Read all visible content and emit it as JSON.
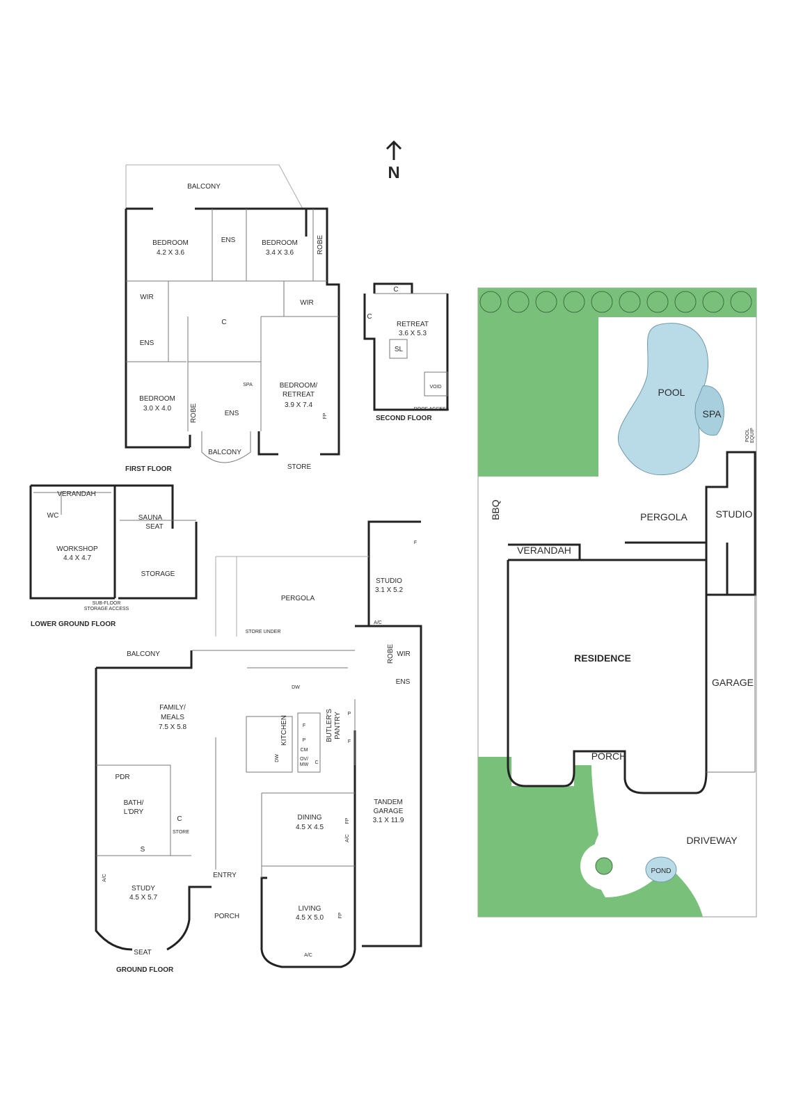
{
  "compass": {
    "label": "N"
  },
  "first_floor": {
    "title": "FIRST FLOOR",
    "rooms": {
      "balcony_top": "BALCONY",
      "bedroom1": "BEDROOM",
      "bedroom1_dim": "4.2 X 3.6",
      "ens1": "ENS",
      "bedroom2": "BEDROOM",
      "bedroom2_dim": "3.4 X 3.6",
      "robe1": "ROBE",
      "wir1": "WIR",
      "wir2": "WIR",
      "ens2": "ENS",
      "c": "C",
      "bedroom3": "BEDROOM",
      "bedroom3_dim": "3.0 X 4.0",
      "robe2": "ROBE",
      "spa": "SPA",
      "ens3": "ENS",
      "bedroom4": "BEDROOM/",
      "bedroom4b": "RETREAT",
      "bedroom4_dim": "3.9 X 7.4",
      "fp": "FP",
      "balcony_bottom": "BALCONY",
      "store": "STORE"
    }
  },
  "second_floor": {
    "title": "SECOND FLOOR",
    "rooms": {
      "c1": "C",
      "c2": "C",
      "retreat": "RETREAT",
      "retreat_dim": "3.6 X 5.3",
      "sl": "SL",
      "void": "VOID",
      "roof_access": "ROOF ACCESS"
    }
  },
  "lower_ground_floor": {
    "title": "LOWER GROUND FLOOR",
    "rooms": {
      "verandah": "VERANDAH",
      "wc": "WC",
      "workshop": "WORKSHOP",
      "workshop_dim": "4.4 X 4.7",
      "sauna": "SAUNA",
      "seat": "SEAT",
      "storage": "STORAGE",
      "subfloor1": "SUB-FLOOR",
      "subfloor2": "STORAGE ACCESS"
    }
  },
  "ground_floor": {
    "title": "GROUND FLOOR",
    "rooms": {
      "pergola": "PERGOLA",
      "studio": "STUDIO",
      "studio_dim": "3.1 X 5.2",
      "f": "F",
      "ac1": "A/C",
      "store_under": "STORE UNDER",
      "balcony": "BALCONY",
      "robe": "ROBE",
      "wir": "WIR",
      "ens": "ENS",
      "family": "FAMILY/",
      "meals": "MEALS",
      "family_dim": "7.5 X 5.8",
      "dw1": "DW",
      "kitchen": "KITCHEN",
      "dw2": "DW",
      "f1": "F",
      "p1": "P",
      "cm": "CM",
      "ovmw1": "OV/",
      "ovmw2": "MW",
      "c1": "C",
      "butlers1": "BUTLER'S",
      "butlers2": "PANTRY",
      "p2": "P",
      "f2": "F",
      "pdr": "PDR",
      "bath1": "BATH/",
      "bath2": "L'DRY",
      "c2": "C",
      "store": "STORE",
      "s": "S",
      "dining": "DINING",
      "dining_dim": "4.5 X 4.5",
      "fp1": "FP",
      "ac2": "A/C",
      "tandem1": "TANDEM",
      "tandem2": "GARAGE",
      "tandem_dim": "3.1 X 11.9",
      "study": "STUDY",
      "study_dim": "4.5 X 5.7",
      "ac3": "A/C",
      "seat": "SEAT",
      "entry": "ENTRY",
      "porch": "PORCH",
      "living": "LIVING",
      "living_dim": "4.5 X 5.0",
      "fp2": "FP",
      "ac4": "A/C"
    }
  },
  "site_plan": {
    "labels": {
      "pool": "POOL",
      "spa": "SPA",
      "pool_equip1": "POOL",
      "pool_equip2": "EQUIP",
      "bbq": "BBQ",
      "pergola": "PERGOLA",
      "studio": "STUDIO",
      "verandah": "VERANDAH",
      "residence": "RESIDENCE",
      "garage": "GARAGE",
      "porch": "PORCH",
      "driveway": "DRIVEWAY",
      "pond": "POND"
    },
    "colors": {
      "lawn": "#79c17b",
      "water": "#b9dbe8",
      "tree": "#5a9a5c"
    }
  }
}
